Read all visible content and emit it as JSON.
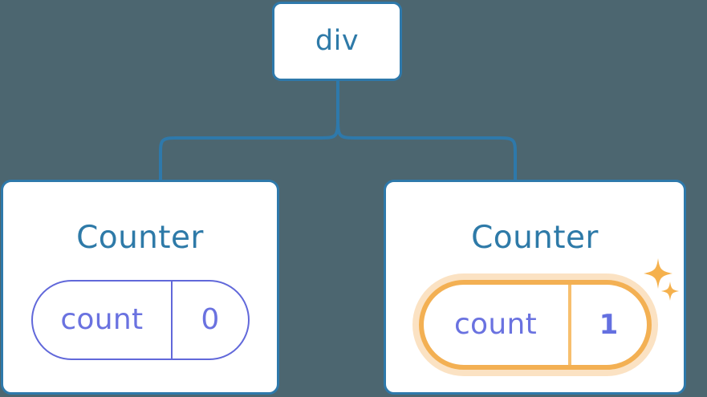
{
  "diagram": {
    "type": "component-tree",
    "background_color": "#4c6670",
    "node_border_color": "#2e79ab",
    "node_text_color": "#2e7aa8",
    "pill_color": "#6168da",
    "highlight_color": "#f3b053",
    "highlight_glow_color": "#f6bb70",
    "edge_color": "#2e79ab"
  },
  "root": {
    "label": "div"
  },
  "children": [
    {
      "title": "Counter",
      "state": {
        "key": "count",
        "value": "0"
      },
      "highlighted": false
    },
    {
      "title": "Counter",
      "state": {
        "key": "count",
        "value": "1"
      },
      "highlighted": true,
      "decorations": [
        "sparkle-large-icon",
        "sparkle-small-icon"
      ]
    }
  ]
}
